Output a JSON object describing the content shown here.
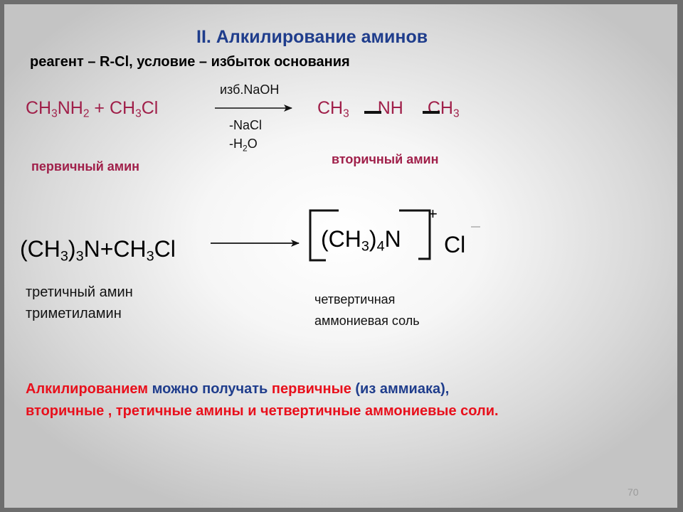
{
  "title": "II. Алкилирование аминов",
  "subtitle": "реагент – R-Cl,  условие – избыток основания",
  "reaction1": {
    "r1_a": "CH",
    "r1_a_sub": "3",
    "r1_b": "NH",
    "r1_b_sub": "2",
    "plus": " + ",
    "r2_a": "CH",
    "r2_a_sub": "3",
    "r2_b": "Cl",
    "above_arrow": "изб.NaOH",
    "below_arrow_1": "-NaCl",
    "below_arrow_2_a": "-H",
    "below_arrow_2_sub": "2",
    "below_arrow_2_b": "O",
    "product_1": "CH",
    "product_1_sub": "3",
    "product_2": "NH",
    "product_3": "CH",
    "product_3_sub": "3",
    "label_left": "первичный амин",
    "label_right": "вторичный амин"
  },
  "reaction2": {
    "r_a": "(CH",
    "r_a_sub": "3",
    "r_b": ")",
    "r_b_sub": "3",
    "r_c": "N+CH",
    "r_c_sub": "3",
    "r_d": "Cl",
    "p_a": "(CH",
    "p_a_sub": "3",
    "p_b": ")",
    "p_b_sub": "4",
    "p_c": "N",
    "charge_plus": "+",
    "anion": "Cl",
    "label_left_1": "третичный амин",
    "label_left_2": "триметиламин",
    "label_right_1": "четвертичная",
    "label_right_2": "аммониевая соль"
  },
  "summary": {
    "p1": "Алкилированием",
    "p2": "  можно получать ",
    "p3": "первичные",
    "p4": " (из аммиака),",
    "p5": "вторичные , третичные амины и четвертичные аммониевые соли."
  },
  "page_number": "70",
  "colors": {
    "title": "#1f3d8c",
    "crimson": "#a0204a",
    "red": "#e8101c",
    "frame": "#6e6e6e"
  }
}
